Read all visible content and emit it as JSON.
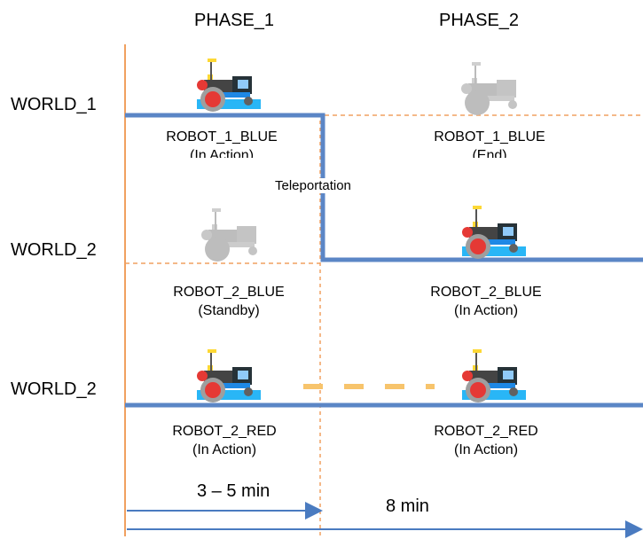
{
  "phases": [
    "PHASE_1",
    "PHASE_2"
  ],
  "worlds": [
    "WORLD_1",
    "WORLD_2",
    "WORLD_2"
  ],
  "robots": {
    "r1_phase1": {
      "name": "ROBOT_1_BLUE",
      "state": "(In Action)"
    },
    "r1_phase2": {
      "name": "ROBOT_1_BLUE",
      "state": "(End)"
    },
    "r2b_phase1": {
      "name": "ROBOT_2_BLUE",
      "state": "(Standby)"
    },
    "r2b_phase2": {
      "name": "ROBOT_2_BLUE",
      "state": "(In Action)"
    },
    "r2r_phase1": {
      "name": "ROBOT_2_RED",
      "state": "(In Action)"
    },
    "r2r_phase2": {
      "name": "ROBOT_2_RED",
      "state": "(In Action)"
    }
  },
  "transition_label": "Teleportation",
  "durations": {
    "phase1": "3 – 5 min",
    "total": "8 min"
  },
  "colors": {
    "track": "#5b86c6",
    "divider": "#f0a060",
    "link_dash": "#f7c46c",
    "axis": "#4a7bc0",
    "robot_active_red": "#e53935",
    "robot_inactive": "#bdbdbd"
  }
}
